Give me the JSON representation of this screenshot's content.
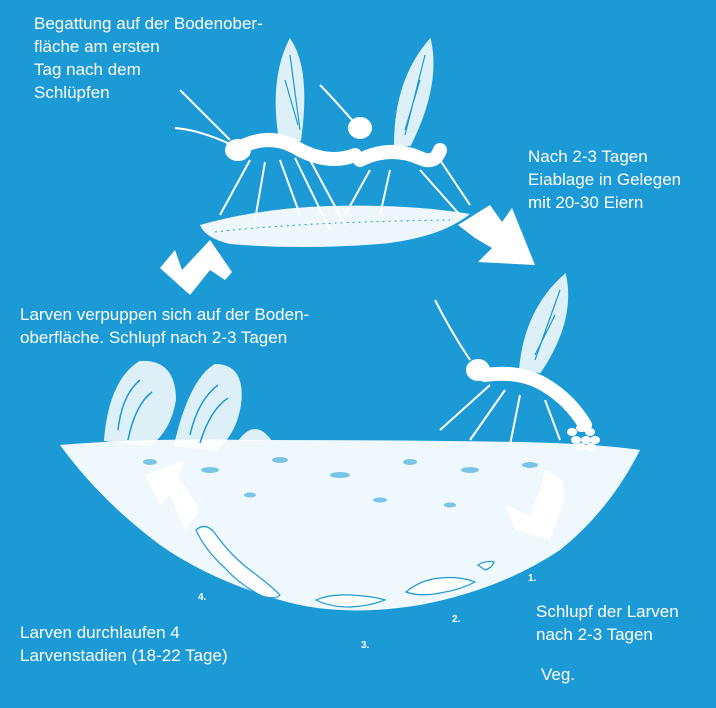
{
  "colors": {
    "background": "#1b9ad6",
    "foreground": "#ffffff"
  },
  "labels": {
    "mating": "Begattung auf der Bodenober-\nfläche am ersten\nTag nach dem\nSchlüpfen",
    "egg_laying": "Nach 2-3 Tagen\nEiablage in Gelegen\nmit 20-30 Eiern",
    "pupation": "Larven verpuppen sich auf der Boden-\noberfläche. Schlupf nach 2-3 Tagen",
    "larval_stages": "Larven durchlaufen 4\nLarvenstadien (18-22 Tage)",
    "hatching": "Schlupf der Larven\nnach 2-3 Tagen",
    "footer": "Veg."
  },
  "stage_numbers": {
    "n1": "1.",
    "n2": "2.",
    "n3": "3.",
    "n4": "4."
  },
  "icons": [
    "gnat-icon",
    "cycle-arrow-icon",
    "soil-mound-icon",
    "larva-icon",
    "pupa-icon",
    "egg-cluster-icon"
  ]
}
